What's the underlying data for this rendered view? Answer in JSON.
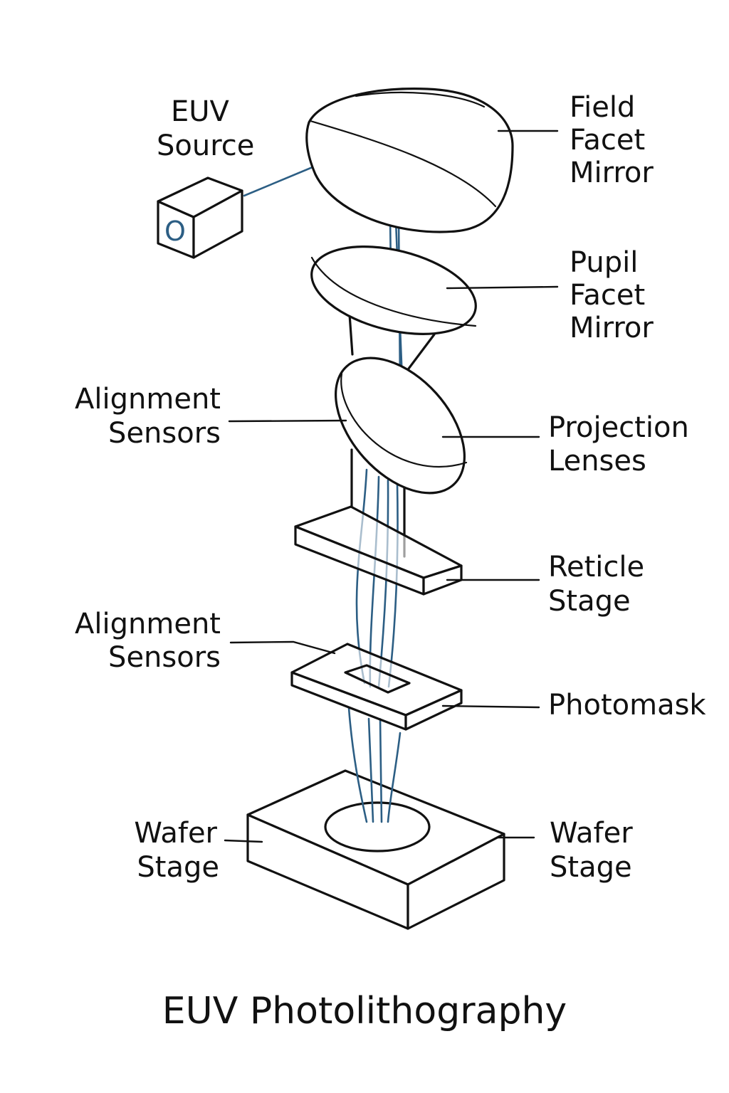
{
  "title": "EUV Photolithography",
  "colors": {
    "ink": "#111111",
    "beam": "#2c5e84",
    "background": "#ffffff"
  },
  "source_glyph": "O",
  "labels": {
    "euv_source": [
      "EUV",
      "Source"
    ],
    "field_facet_mirror": [
      "Field",
      "Facet",
      "Mirror"
    ],
    "pupil_facet_mirror": [
      "Pupil",
      "Facet",
      "Mirror"
    ],
    "alignment_sensors_upper": [
      "Alignment",
      "Sensors"
    ],
    "projection_lenses": [
      "Projection",
      "Lenses"
    ],
    "reticle_stage": [
      "Reticle",
      "Stage"
    ],
    "alignment_sensors_lower": [
      "Alignment",
      "Sensors"
    ],
    "photomask": [
      "Photomask"
    ],
    "wafer_stage_left": [
      "Wafer",
      "Stage"
    ],
    "wafer_stage_right": [
      "Wafer",
      "Stage"
    ]
  }
}
